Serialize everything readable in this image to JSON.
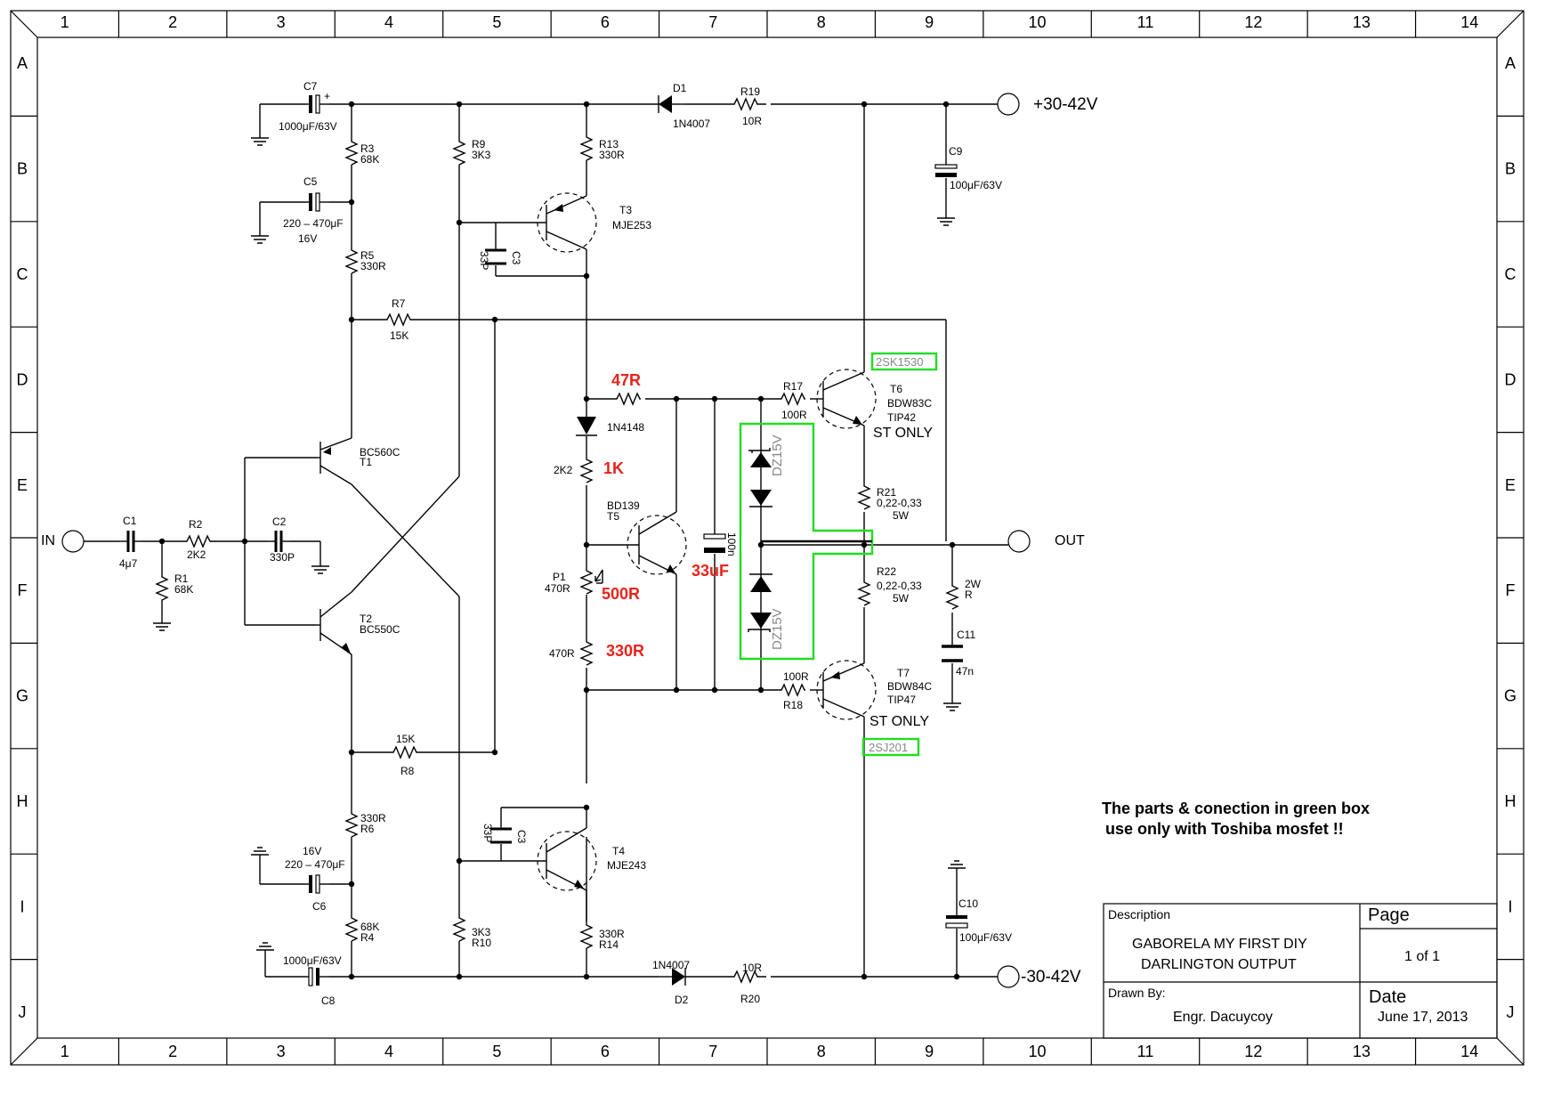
{
  "frame": {
    "columns": [
      "1",
      "2",
      "3",
      "4",
      "5",
      "6",
      "7",
      "8",
      "9",
      "10",
      "11",
      "12",
      "13",
      "14"
    ],
    "rows": [
      "A",
      "B",
      "C",
      "D",
      "E",
      "F",
      "G",
      "H",
      "I",
      "J"
    ]
  },
  "terminals": {
    "input": "IN",
    "output": "OUT",
    "vpos": "+30-42V",
    "vneg": "-30-42V"
  },
  "components": {
    "C1": {
      "ref": "C1",
      "value": "4μ7"
    },
    "R1": {
      "ref": "R1",
      "value": "68K"
    },
    "R2": {
      "ref": "R2",
      "value": "2K2"
    },
    "C2": {
      "ref": "C2",
      "value": "330P"
    },
    "C7": {
      "ref": "C7",
      "value": "1000μF/63V"
    },
    "R3": {
      "ref": "R3",
      "value": "68K"
    },
    "C5": {
      "ref": "C5",
      "value": "220 – 470μF",
      "volt": "16V"
    },
    "R5": {
      "ref": "R5",
      "value": "330R"
    },
    "R7": {
      "ref": "R7",
      "value": "15K"
    },
    "T1": {
      "ref": "T1",
      "type": "BC560C"
    },
    "T2": {
      "ref": "T2",
      "type": "BC550C"
    },
    "R8": {
      "ref": "R8",
      "value": "15K"
    },
    "R6": {
      "ref": "R6",
      "value": "330R"
    },
    "C6": {
      "ref": "C6",
      "value": "220 – 470μF",
      "volt": "16V"
    },
    "R4": {
      "ref": "R4",
      "value": "68K"
    },
    "C8": {
      "ref": "C8",
      "value": "1000μF/63V"
    },
    "R9": {
      "ref": "R9",
      "value": "3K3"
    },
    "R10": {
      "ref": "R10",
      "value": "3K3"
    },
    "C3a": {
      "ref": "C3",
      "value": "33P"
    },
    "C3b": {
      "ref": "C3",
      "value": "33P"
    },
    "R13": {
      "ref": "R13",
      "value": "330R"
    },
    "T3": {
      "ref": "T3",
      "type": "MJE253"
    },
    "T4": {
      "ref": "T4",
      "type": "MJE243"
    },
    "R14": {
      "ref": "R14",
      "value": "330R"
    },
    "D1": {
      "ref": "D1",
      "type": "1N4007"
    },
    "R19": {
      "ref": "R19",
      "value": "10R"
    },
    "D2": {
      "ref": "D2",
      "type": "1N4007"
    },
    "R20": {
      "ref": "R20",
      "value": "10R"
    },
    "C9": {
      "ref": "C9",
      "value": "100μF/63V"
    },
    "C10": {
      "ref": "C10",
      "value": "100μF/63V"
    },
    "D3": {
      "type": "1N4148"
    },
    "R_2K2": {
      "value": "2K2"
    },
    "T5": {
      "ref": "T5",
      "type": "BD139"
    },
    "P1": {
      "ref": "P1",
      "value": "470R"
    },
    "R_470": {
      "value": "470R"
    },
    "C_100n": {
      "value": "100n"
    },
    "R17": {
      "ref": "R17",
      "value": "100R"
    },
    "R18": {
      "ref": "R18",
      "value": "100R"
    },
    "T6": {
      "ref": "T6",
      "type1": "BDW83C",
      "type2": "TIP42"
    },
    "T7": {
      "ref": "T7",
      "type1": "BDW84C",
      "type2": "TIP47"
    },
    "R21": {
      "ref": "R21",
      "value": "0,22-0,33",
      "power": "5W"
    },
    "R22": {
      "ref": "R22",
      "value": "0,22-0,33",
      "power": "5W"
    },
    "Rz": {
      "value1": "2W",
      "value2": "R"
    },
    "C11": {
      "ref": "C11",
      "value": "47n"
    },
    "Dz1": {
      "type": "DZ15V"
    },
    "Dz2": {
      "type": "DZ15V"
    },
    "Dg1": {
      "type": "1N4148"
    },
    "Dg2": {
      "type": "1N4148"
    }
  },
  "annotations": {
    "r47": "47R",
    "r1k": "1K",
    "r500": "500R",
    "r330": "330R",
    "c33": "33uF",
    "mos_top": "2SK1530",
    "mos_bot": "2SJ201",
    "st_top": "ST ONLY",
    "st_bot": "ST ONLY",
    "note_line1": "The parts & conection in green box",
    "note_line2": "use only with Toshiba mosfet !!"
  },
  "title_block": {
    "description_label": "Description",
    "page_label": "Page",
    "title_line1": "GABORELA MY FIRST DIY",
    "title_line2": "DARLINGTON OUTPUT",
    "page_value": "1 of 1",
    "drawn_by_label": "Drawn By:",
    "drawn_by": "Engr. Dacuycoy",
    "date_label": "Date",
    "date": "June 17, 2013"
  },
  "colors": {
    "ink": "#000000",
    "annotation": "#e8231b",
    "highlight": "#22dd22",
    "muted": "#888888"
  }
}
